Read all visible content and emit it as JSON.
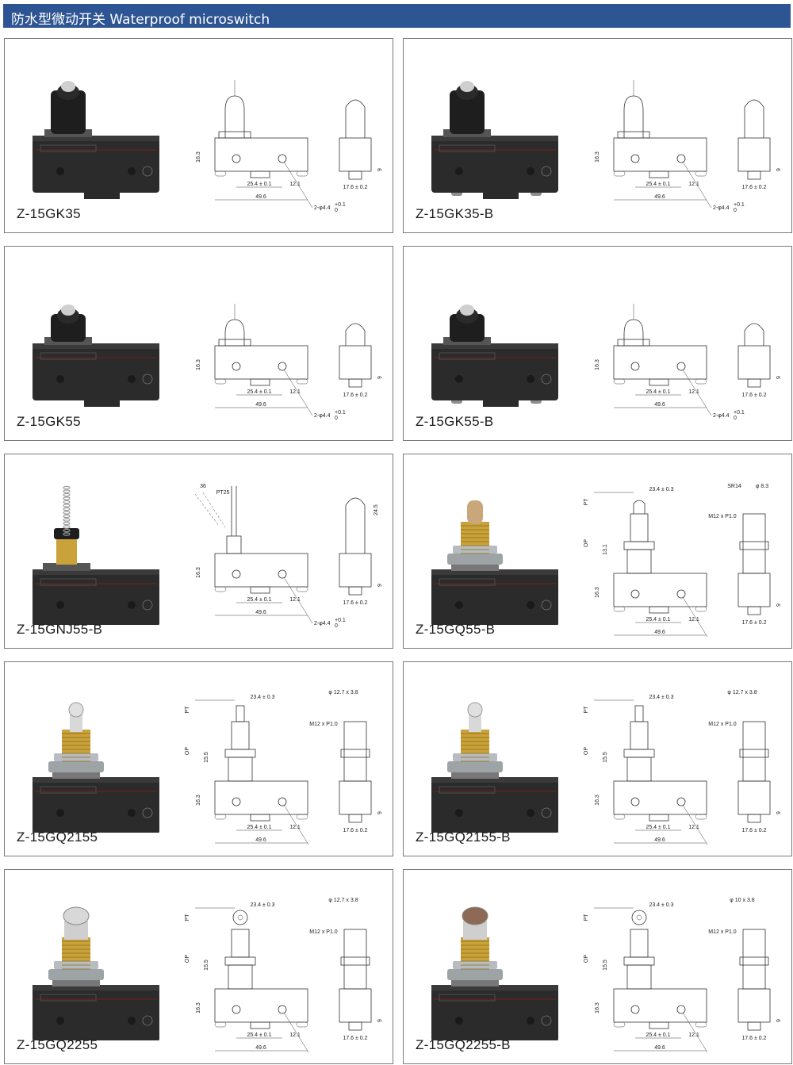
{
  "header": {
    "title": "防水型微动开关 Waterproof microswitch"
  },
  "panels": [
    {
      "model": "Z-15GK35",
      "actuator": "plunger",
      "variant": "std"
    },
    {
      "model": "Z-15GK35-B",
      "actuator": "plunger",
      "variant": "B"
    },
    {
      "model": "Z-15GK55",
      "actuator": "plunger-short",
      "variant": "std"
    },
    {
      "model": "Z-15GK55-B",
      "actuator": "plunger-short",
      "variant": "B"
    },
    {
      "model": "Z-15GNJ55-B",
      "actuator": "spring",
      "variant": "B"
    },
    {
      "model": "Z-15GQ55-B",
      "actuator": "panel-plunger",
      "variant": "B"
    },
    {
      "model": "Z-15GQ2155",
      "actuator": "roller-parallel",
      "variant": "std"
    },
    {
      "model": "Z-15GQ2155-B",
      "actuator": "roller-parallel",
      "variant": "B"
    },
    {
      "model": "Z-15GQ2255",
      "actuator": "roller-cross",
      "variant": "std"
    },
    {
      "model": "Z-15GQ2255-B",
      "actuator": "roller-cross",
      "variant": "B"
    }
  ],
  "dims": {
    "height": "16.3",
    "pitch": "25.4 ± 0.1",
    "offset": "12.1",
    "length": "49.6",
    "width": "17.6 ± 0.2",
    "terminal": "9",
    "hole": "2-φ4.4",
    "tol_up": "+0.1",
    "tol_down": "0",
    "panel_pitch": "23.4 ± 0.3",
    "pt": "PT",
    "op": "OP",
    "op_plunger": "13.1",
    "op_roller": "15.5",
    "thread": "M12 x P1.0",
    "sr": "SR14",
    "phi_small": "φ 8.3",
    "roller_a": "φ 12.7 x 3.8",
    "roller_b": "φ 10 x 3.8",
    "spring_36": "36",
    "spring_pt": "PT25",
    "spring_len": "24.5"
  },
  "colors": {
    "banner": "#2e5593",
    "body": "#2b2b2b",
    "label": "#c8b98a",
    "brass": "#c9a23a"
  }
}
